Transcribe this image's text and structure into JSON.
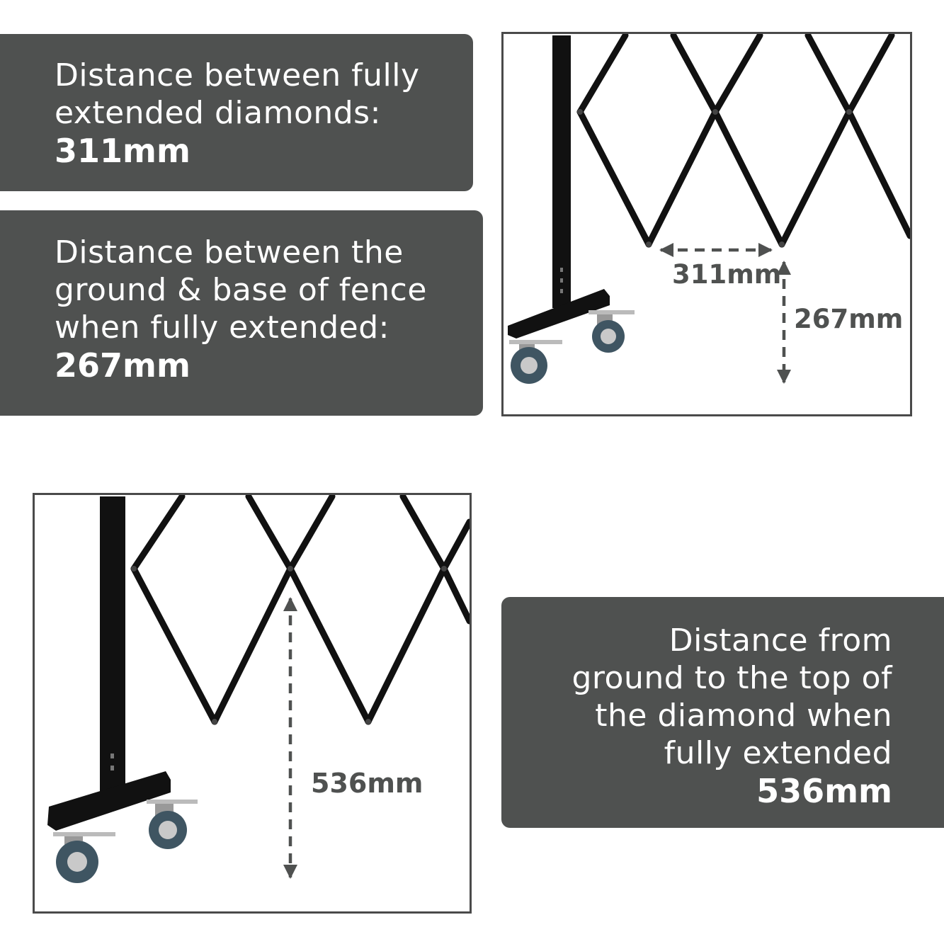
{
  "panels": {
    "p1": {
      "lines": [
        "Distance between fully",
        "extended diamonds:"
      ],
      "value": "311mm"
    },
    "p2": {
      "lines": [
        "Distance between the",
        "ground & base of fence",
        "when fully extended:"
      ],
      "value": "267mm"
    },
    "p3": {
      "lines": [
        "Distance from",
        "ground to the top of",
        "the diamond when",
        "fully extended"
      ],
      "value": "536mm"
    }
  },
  "diagrams": {
    "top": {
      "diamond_spacing": "311mm",
      "base_height": "267mm"
    },
    "bottom": {
      "diamond_top_height": "536mm"
    }
  },
  "colors": {
    "panel": "#4f5150",
    "frame": "#4a4a4a",
    "fence": "#111111",
    "arrow": "#4f5150"
  },
  "icons": [
    "caster-wheel-icon",
    "arrow-icon"
  ]
}
